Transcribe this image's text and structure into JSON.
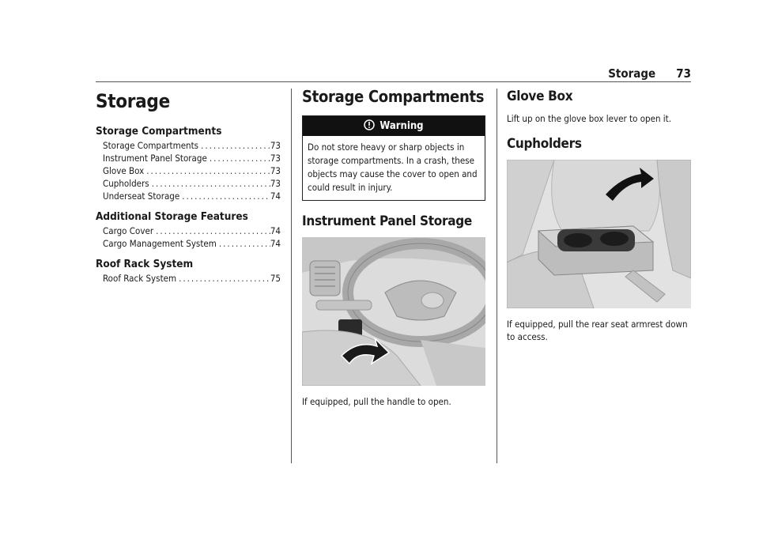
{
  "header": {
    "section": "Storage",
    "page": "73"
  },
  "column1": {
    "chapter_title": "Storage",
    "toc": [
      {
        "title": "Storage Compartments",
        "entries": [
          {
            "label": "Storage Compartments",
            "page": "73"
          },
          {
            "label": "Instrument Panel Storage",
            "page": "73"
          },
          {
            "label": "Glove Box",
            "page": "73"
          },
          {
            "label": "Cupholders",
            "page": "73"
          },
          {
            "label": "Underseat Storage",
            "page": "74"
          }
        ]
      },
      {
        "title": "Additional Storage Features",
        "entries": [
          {
            "label": "Cargo Cover",
            "page": "74"
          },
          {
            "label": "Cargo Management System",
            "page": "74"
          }
        ]
      },
      {
        "title": "Roof Rack System",
        "entries": [
          {
            "label": "Roof Rack System",
            "page": "75"
          }
        ]
      }
    ]
  },
  "column2": {
    "heading": "Storage Compartments",
    "warning": {
      "label": "Warning",
      "text": "Do not store heavy or sharp objects in storage compartments. In a crash, these objects may cause the cover to open and could result in injury."
    },
    "subheading": "Instrument Panel Storage",
    "caption": "If equipped, pull the handle to open."
  },
  "column3": {
    "glovebox_heading": "Glove Box",
    "glovebox_text": "Lift up on the glove box lever to open it.",
    "cupholders_heading": "Cupholders",
    "cupholders_text": "If equipped, pull the rear seat armrest down to access."
  }
}
